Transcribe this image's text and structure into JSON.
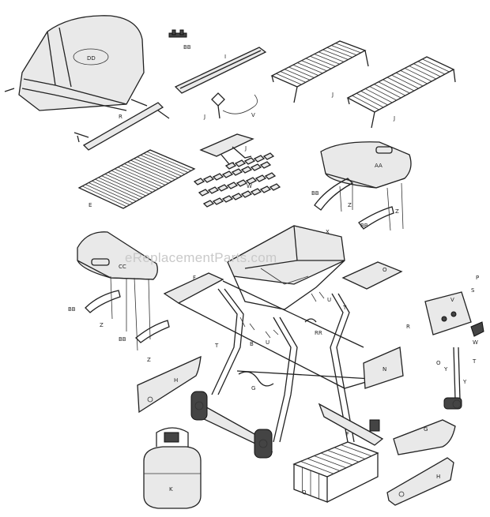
{
  "watermark": "eReplacementParts.com",
  "part_labels": {
    "lid": "DD",
    "handle_clip": "BB",
    "heat_shield": "I",
    "warming_rack_left": "J",
    "warming_rack_right": "J",
    "lid_handle": "R",
    "igniter_electrode": "J",
    "igniter_wire": "V",
    "burner": "J",
    "cooking_grate": "E",
    "flavorizer_bars": "W",
    "side_table_right": "AA",
    "side_table_right_bracket": "BB",
    "side_table_right_leg_bracket": "BB",
    "side_table_right_z": "Z",
    "side_table_right_z2": "Z",
    "side_table_left": "CC",
    "side_table_left_bracket": "BB",
    "side_table_left_bracket2": "BB",
    "side_table_left_z": "Z",
    "side_table_left_z2": "Z",
    "cookbox": "X",
    "frame_rail_left": "F",
    "frame_rail_right": "O",
    "leg_left": "T",
    "leg_right": "T",
    "leg_hardware_1": "B",
    "leg_hardware_2": "U",
    "leg_hardware_3": "U",
    "grease_hook": "RR",
    "control_panel": "V",
    "control_p": "P",
    "control_s": "S",
    "control_w": "W",
    "control_y": "Y",
    "control_o": "O",
    "control_t": "T",
    "control_r": "R",
    "wheel_assembly": "Y",
    "leg_panel_h_left": "H",
    "leg_panel_n": "N",
    "leg_hook": "G",
    "caster_frame": "F",
    "propane_tank": "K",
    "bottom_rack": "Q",
    "end_cap": "G",
    "bottom_panel_h": "H"
  }
}
